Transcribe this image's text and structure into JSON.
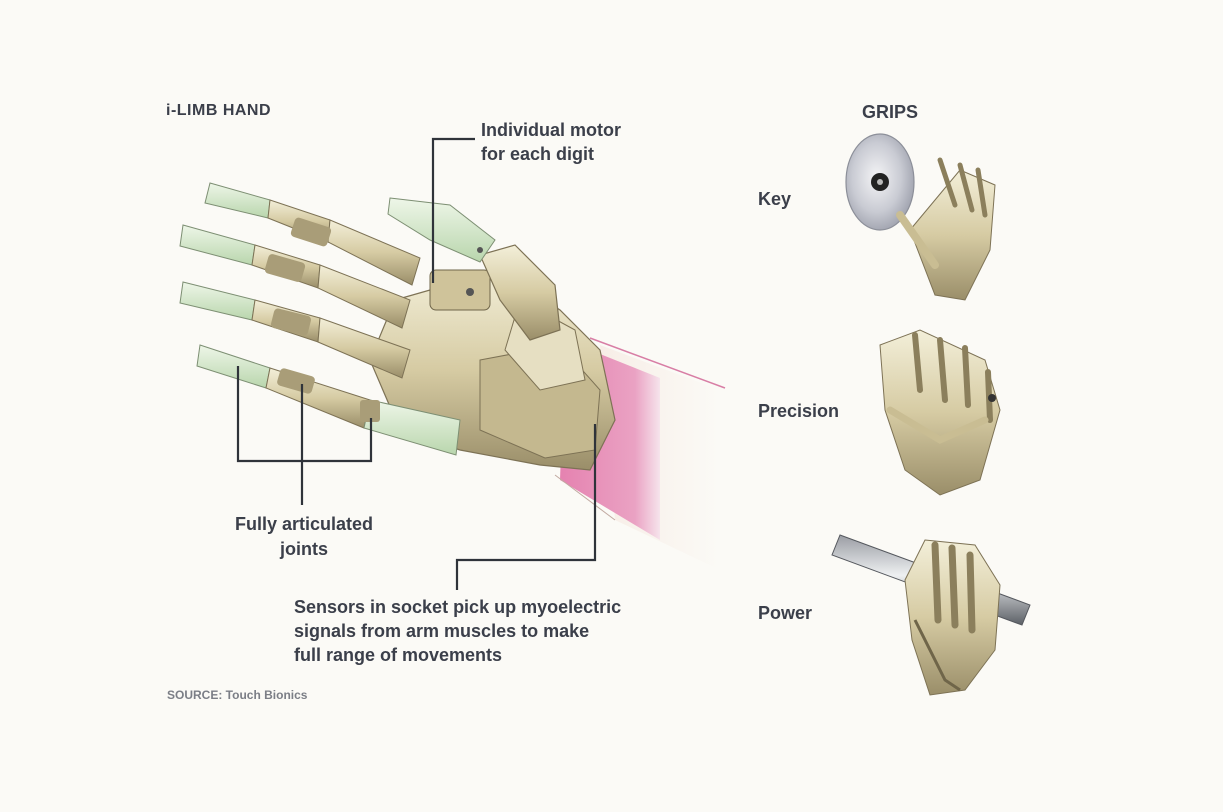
{
  "title": "i-LIMB HAND",
  "callouts": {
    "motor": [
      "Individual motor",
      "for each digit"
    ],
    "joints": [
      "Fully articulated",
      "joints"
    ],
    "sensors": [
      "Sensors in socket pick up myoelectric",
      "signals from arm muscles to make",
      "full range of movements"
    ]
  },
  "source": "SOURCE: Touch Bionics",
  "grips": {
    "title": "GRIPS",
    "items": [
      "Key",
      "Precision",
      "Power"
    ]
  },
  "colors": {
    "background": "#fbfaf6",
    "text": "#3b3f4a",
    "source_text": "#7b7e86",
    "leader": "#2f333a",
    "metal_light": "#eee9cf",
    "metal_mid": "#d2c79e",
    "metal_dark": "#8b7f5c",
    "fingertip": "#d8ead0",
    "arm": "#e691b6"
  }
}
